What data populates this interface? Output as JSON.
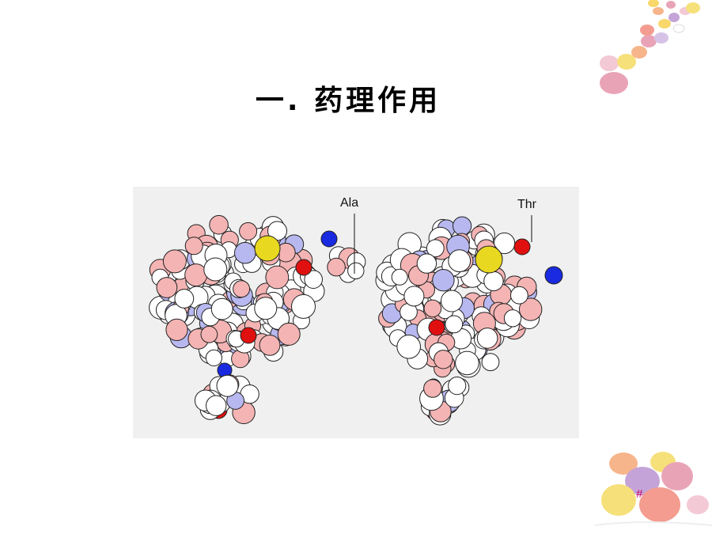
{
  "slide": {
    "title": "一. 药理作用",
    "page_number": "#"
  },
  "figure": {
    "left_label": "Ala",
    "right_label": "Thr",
    "atom_colors": {
      "carbon": "#ffffff",
      "hydrogen_pink": "#f4b4b4",
      "nitrogen_light": "#b8b8f0",
      "oxygen": "#e01010",
      "nitrogen": "#1a2ae0",
      "sulfur": "#e8d820"
    }
  },
  "decorations": {
    "candy_colors": [
      "#f3c9d5",
      "#f6e07a",
      "#e9a3b7",
      "#f7b58b",
      "#d6c2e6",
      "#f39c8f",
      "#f8d86b",
      "#c4a4d8"
    ]
  }
}
